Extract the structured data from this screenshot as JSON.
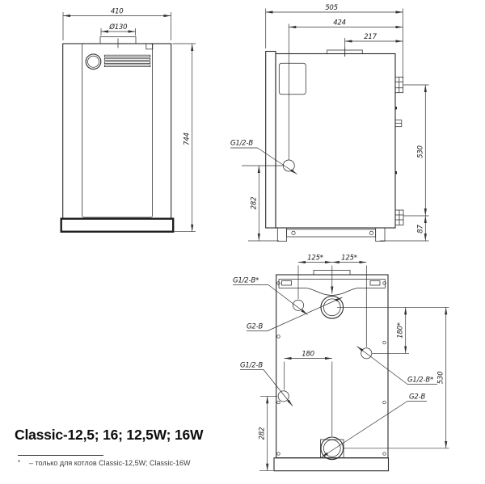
{
  "title": "Classic-12,5; 16; 12,5W; 16W",
  "footnote": {
    "marker": "*",
    "text": "– только для котлов Classic-12,5W; Classic-16W"
  },
  "front_view": {
    "dim_width": "410",
    "dim_flue": "Ø130",
    "dim_height": "744"
  },
  "side_view": {
    "dim_depth": "505",
    "dim_424": "424",
    "dim_217": "217",
    "dim_530": "530",
    "dim_87": "87",
    "dim_282": "282",
    "label_fitting": "G1/2-B"
  },
  "back_view": {
    "dim_125_a": "125*",
    "dim_125_b": "125*",
    "dim_180": "180",
    "dim_180_star": "180*",
    "dim_530": "530",
    "dim_282": "282",
    "label_top_left": "G1/2-B*",
    "label_top_center": "G2-B",
    "label_mid_left": "G1/2-B",
    "label_mid_right": "G1/2-B*",
    "label_bottom_right": "G2-B"
  }
}
